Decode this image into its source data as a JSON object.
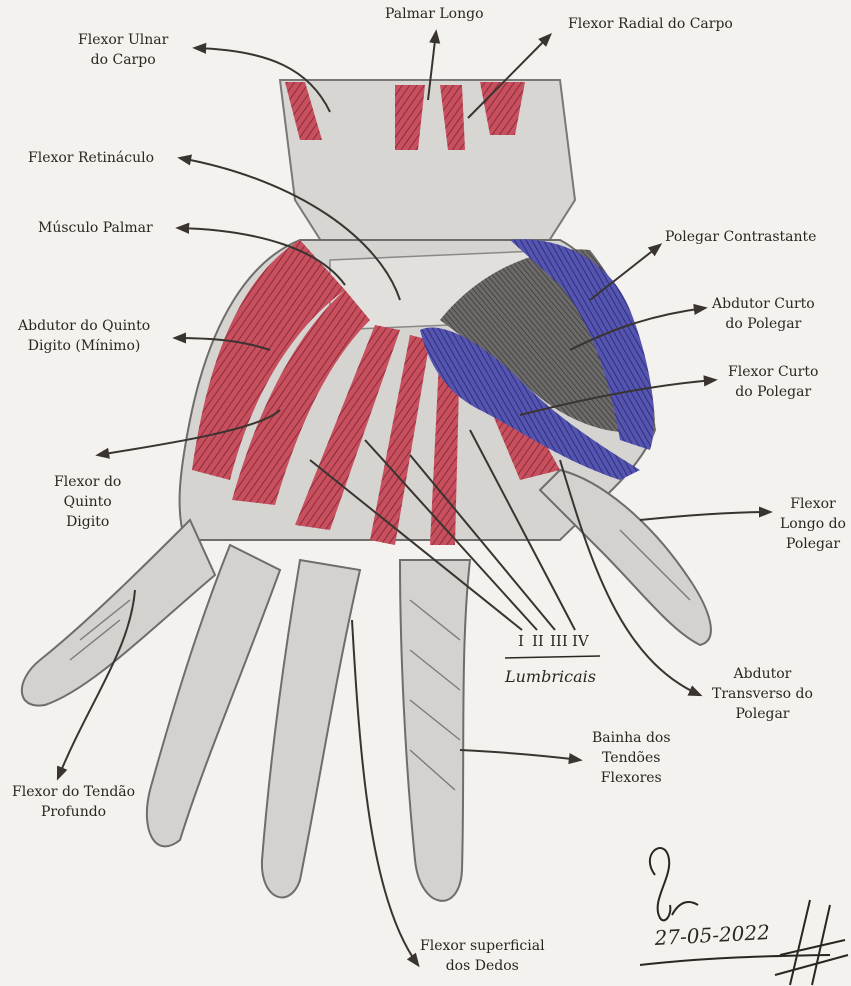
{
  "labels": {
    "palmar_longo": [
      "Palmar Longo"
    ],
    "flexor_radial_carpo": [
      "Flexor Radial do Carpo"
    ],
    "flexor_ulnar_carpo": [
      "Flexor Ulnar",
      "do Carpo"
    ],
    "flexor_retinaculo": [
      "Flexor Retináculo"
    ],
    "musculo_palmar": [
      "Músculo Palmar"
    ],
    "polegar_contrastante": [
      "Polegar Contrastante"
    ],
    "abdutor_quinto_digito": [
      "Abdutor do Quinto",
      "Digito (Mínimo)"
    ],
    "abdutor_curto_polegar": [
      "Abdutor Curto",
      "do Polegar"
    ],
    "flexor_curto_polegar": [
      "Flexor Curto",
      "do Polegar"
    ],
    "flexor_quinto_digito": [
      "Flexor do",
      "Quinto",
      "Digito"
    ],
    "flexor_longo_polegar": [
      "Flexor",
      "Longo do",
      "Polegar"
    ],
    "abdutor_transverso_polegar": [
      "Abdutor",
      "Transverso do",
      "Polegar"
    ],
    "bainha_tendoes_flexores": [
      "Bainha dos",
      "Tendões",
      "Flexores"
    ],
    "flexor_tendao_profundo": [
      "Flexor do Tendão",
      "Profundo"
    ],
    "flexor_superficial_dedos": [
      "Flexor superficial",
      "dos Dedos"
    ]
  },
  "lumbrical": {
    "text": "Lumbricais",
    "numerals": [
      "I",
      "II",
      "III",
      "IV"
    ]
  },
  "signature": {
    "date": "27-05-2022"
  },
  "colors": {
    "muscle_red": "#b8404f",
    "thenar_blue": "#3f3f9a",
    "pencil_gray": "#8a8a8a",
    "ink": "#2b2622",
    "paper": "#f4f2ee"
  }
}
